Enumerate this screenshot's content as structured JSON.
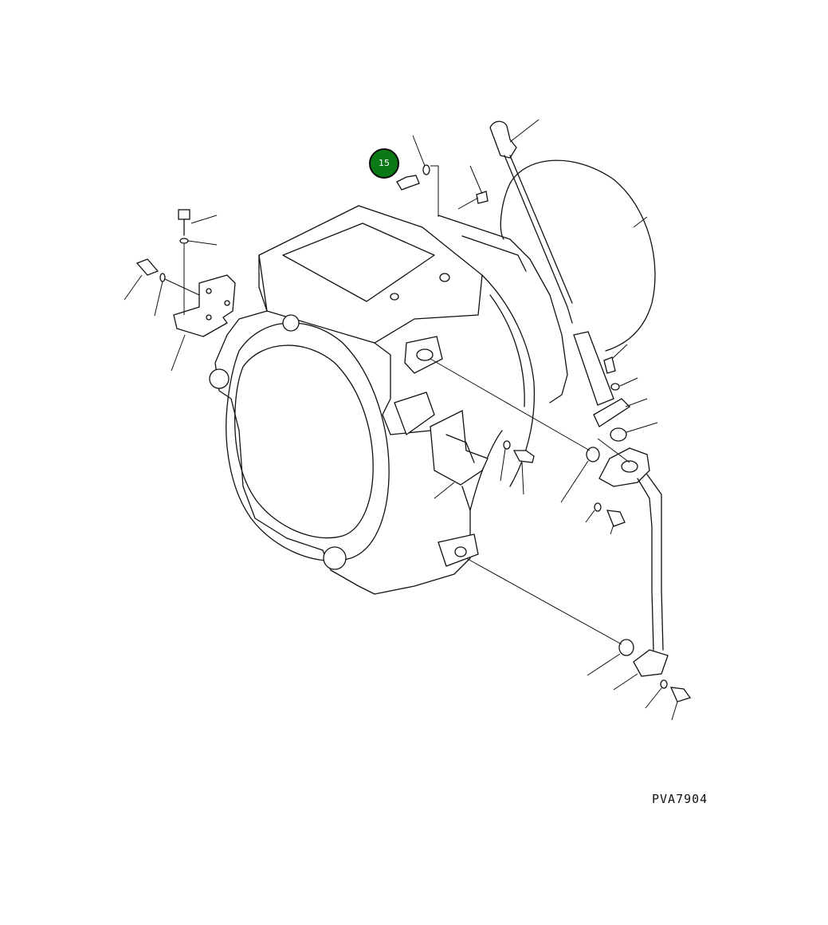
{
  "figure": {
    "code": "PVA7904",
    "callout": {
      "number": "15",
      "color": "#0b7a16",
      "border": "#0a0a0a"
    }
  },
  "icons": [
    "flywheel-housing-drawing"
  ]
}
